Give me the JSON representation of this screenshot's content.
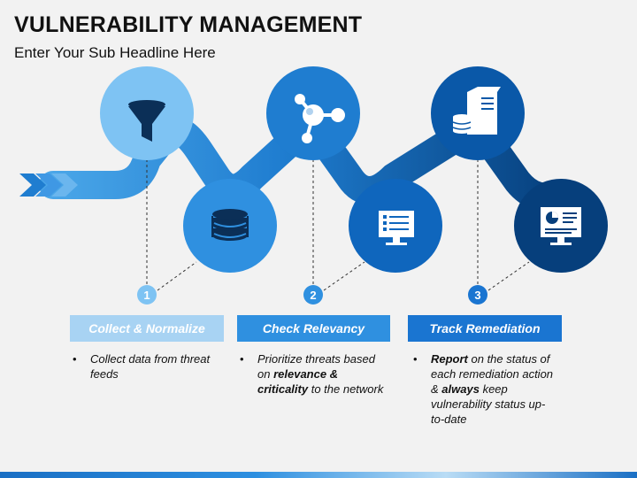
{
  "header": {
    "title": "VULNERABILITY MANAGEMENT",
    "subtitle": "Enter Your Sub Headline Here"
  },
  "colors": {
    "light_blue": "#4aa6e8",
    "mid_blue": "#1f7dd0",
    "dark_blue": "#0a58a8",
    "navy": "#063f7c",
    "label_1": "#a8d3f3",
    "label_2": "#2f90e0",
    "label_3": "#1a75d1"
  },
  "nodes": [
    {
      "icon": "funnel-icon"
    },
    {
      "icon": "database-icon"
    },
    {
      "icon": "molecule-icon"
    },
    {
      "icon": "checklist-monitor-icon"
    },
    {
      "icon": "server-icon"
    },
    {
      "icon": "dashboard-monitor-icon"
    }
  ],
  "steps": [
    {
      "number": "1",
      "label": "Collect & Normalize",
      "text": "Collect data from threat feeds"
    },
    {
      "number": "2",
      "label": "Check Relevancy",
      "text_parts": [
        "Prioritize threats based on ",
        "relevance & criticality",
        " to the network"
      ]
    },
    {
      "number": "3",
      "label": "Track Remediation",
      "text_parts": [
        "Report",
        " on the status of each remediation action & ",
        "always",
        " keep vulnerability status up-to-date"
      ]
    }
  ]
}
